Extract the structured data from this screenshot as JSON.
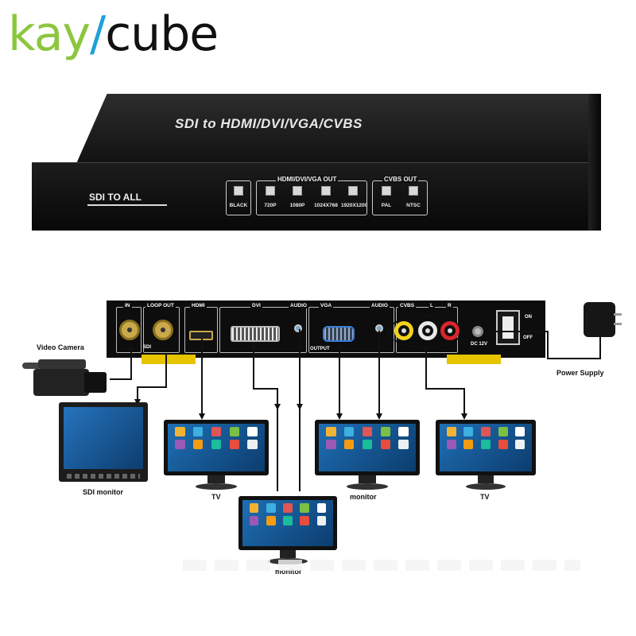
{
  "logo": {
    "part1": "kay",
    "slash": "/",
    "part2": "cube"
  },
  "front_panel": {
    "title": "SDI  to HDMI/DVI/VGA/CVBS",
    "label": "SDI TO ALL",
    "black_button": "BLACK",
    "hdmi_group_title": "HDMI/DVI/VGA OUT",
    "hdmi_buttons": [
      "720P",
      "1080P",
      "1024X768",
      "1920X1200"
    ],
    "cvbs_group_title": "CVBS OUT",
    "cvbs_buttons": [
      "PAL",
      "NTSC"
    ]
  },
  "back_panel": {
    "in_label": "IN",
    "loop_out_label": "LOOP OUT",
    "sdi_label": "SDI",
    "hdmi_label": "HDMI",
    "dvi_label": "DVI",
    "audio_label_1": "AUDIO",
    "vga_label": "VGA",
    "audio_label_2": "AUDIO",
    "cvbs_label": "CVBS",
    "l_label": "L",
    "r_label": "R",
    "output_label": "OUTPUT",
    "dc_label": "DC 12V",
    "on_label": "ON",
    "off_label": "OFF"
  },
  "captions": {
    "camera": "Video Camera",
    "power": "Power Supply",
    "sdi_monitor": "SDI monitor",
    "tv_1": "TV",
    "monitor_center": "monitor",
    "monitor_bottom": "monitor",
    "tv_2": "TV"
  },
  "colors": {
    "logo_green": "#8cc63f",
    "logo_blue": "#1ea0d8",
    "rca_yellow": "#f2d21b",
    "rca_white": "#e8e8e8",
    "rca_red": "#d8262b",
    "foot_yellow": "#e8c300"
  }
}
